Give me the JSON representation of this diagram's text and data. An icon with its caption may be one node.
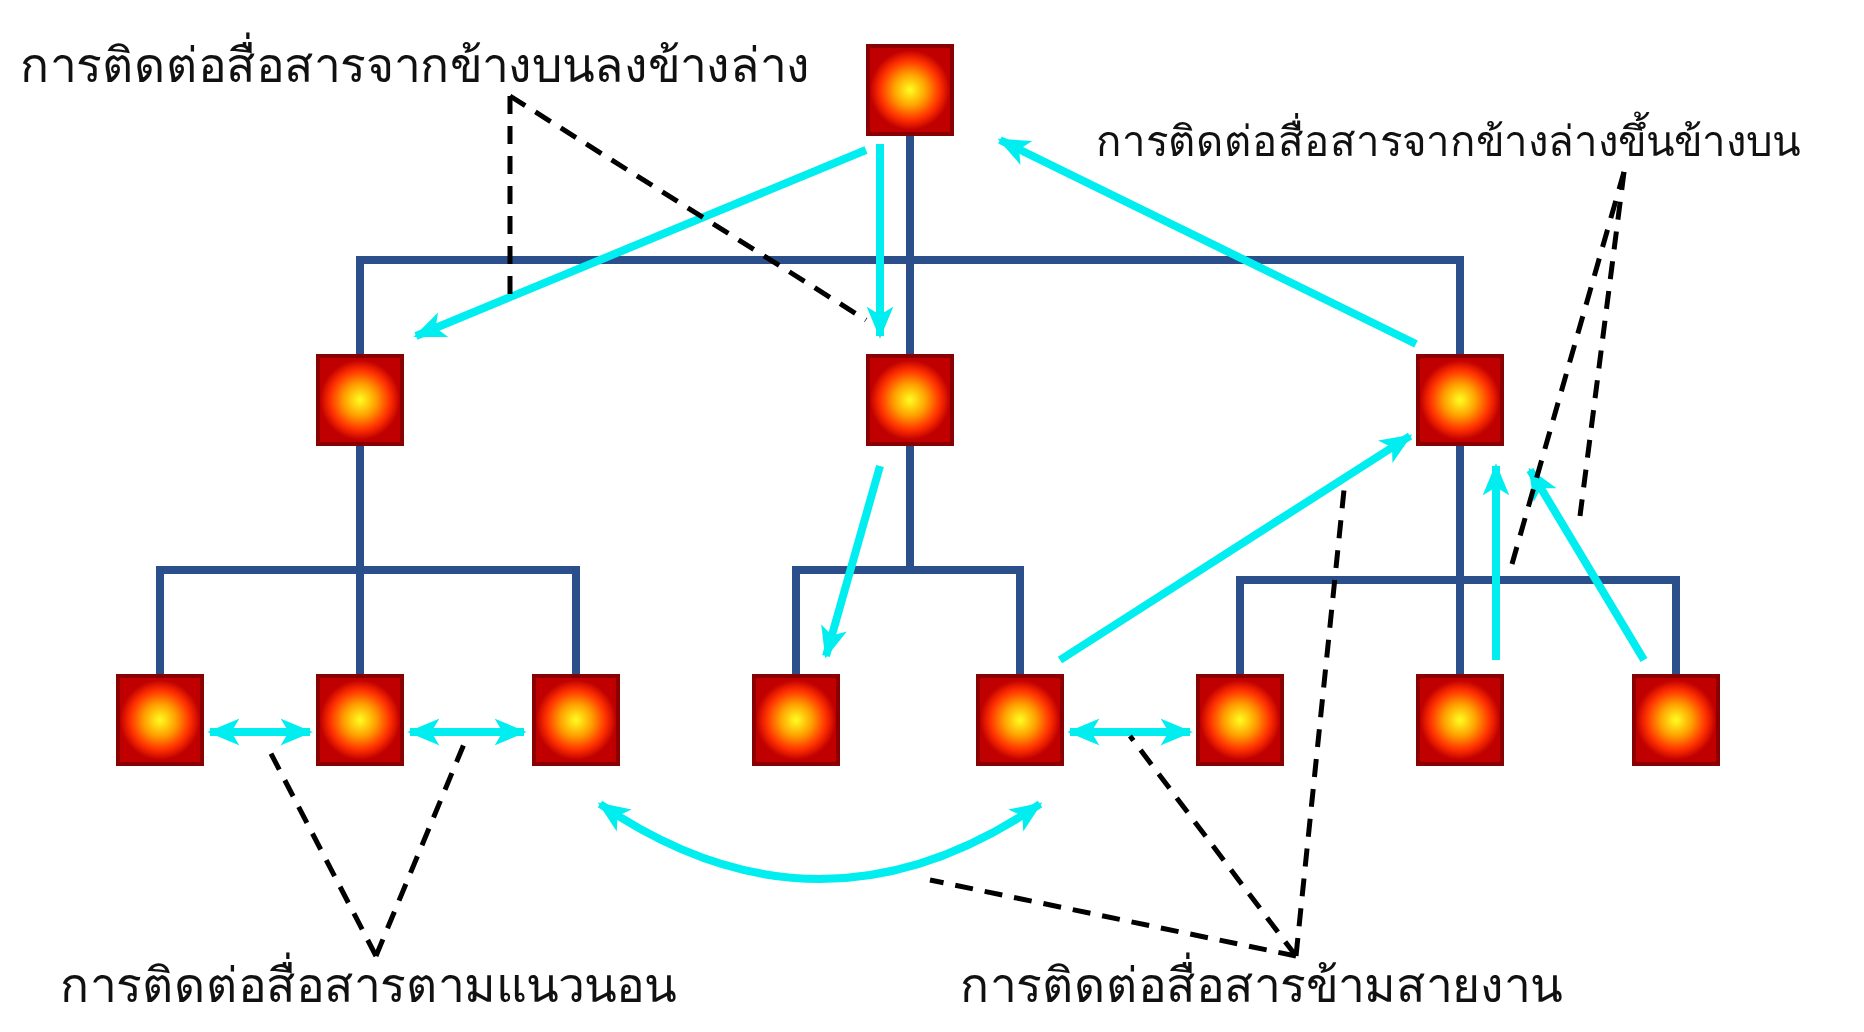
{
  "diagram": {
    "nodes": [
      {
        "text": [],
        "shape": "box"
      },
      {
        "text": [
          "การติดต่อสื่อสารจากข้างบนลงข้างล่าง"
        ]
      },
      {
        "text": [
          "การติดต่อสื่อสารจากข้างล่างขึ้นข้างบน"
        ]
      },
      {
        "text": [],
        "shape": "box"
      },
      {
        "text": [],
        "shape": "box"
      },
      {
        "text": [],
        "shape": "box"
      },
      {
        "text": [],
        "shape": "box"
      },
      {
        "text": [],
        "shape": "box"
      },
      {
        "text": [],
        "shape": "box"
      },
      {
        "text": [],
        "shape": "box"
      },
      {
        "text": [],
        "shape": "box"
      },
      {
        "text": [],
        "shape": "box"
      },
      {
        "text": [],
        "shape": "box"
      },
      {
        "text": [],
        "shape": "box"
      },
      {
        "text": [
          "การติดต่อสื่อสารตามแนวนอน"
        ]
      },
      {
        "text": [
          "การติดต่อสื่อสารข้ามสายงาน"
        ]
      }
    ],
    "edges": [
      {
        "from": 0,
        "to": 3,
        "arrow": "none"
      },
      {
        "from": 0,
        "to": 4,
        "arrow": "none"
      },
      {
        "from": 0,
        "to": 5,
        "arrow": "none"
      },
      {
        "from": 3,
        "to": 6,
        "arrow": "none"
      },
      {
        "from": 3,
        "to": 7,
        "arrow": "none"
      },
      {
        "from": 3,
        "to": 8,
        "arrow": "none"
      },
      {
        "from": 4,
        "to": 9,
        "arrow": "none"
      },
      {
        "from": 4,
        "to": 10,
        "arrow": "none"
      },
      {
        "from": 5,
        "to": 11,
        "arrow": "none"
      },
      {
        "from": 5,
        "to": 12,
        "arrow": "none"
      },
      {
        "from": 5,
        "to": 13,
        "arrow": "none"
      },
      {
        "from": 0,
        "to": 3,
        "arrow": "to",
        "color": "#00eef0"
      },
      {
        "from": 0,
        "to": 4,
        "arrow": "to",
        "color": "#00eef0"
      },
      {
        "from": 5,
        "to": 0,
        "arrow": "to",
        "color": "#00eef0"
      },
      {
        "from": 4,
        "to": 9,
        "arrow": "to",
        "color": "#00eef0"
      },
      {
        "from": 10,
        "to": 5,
        "arrow": "to",
        "color": "#00eef0"
      },
      {
        "from": 12,
        "to": 5,
        "arrow": "to",
        "color": "#00eef0"
      },
      {
        "from": 13,
        "to": 5,
        "arrow": "to",
        "color": "#00eef0"
      },
      {
        "from": 6,
        "to": 7,
        "arrow": "both",
        "color": "#00eef0"
      },
      {
        "from": 7,
        "to": 8,
        "arrow": "both",
        "color": "#00eef0"
      },
      {
        "from": 10,
        "to": 11,
        "arrow": "both",
        "color": "#00eef0"
      },
      {
        "from": 8,
        "to": 10,
        "arrow": "both",
        "color": "#00eef0"
      },
      {
        "from": 1,
        "to": null,
        "arrow": "none",
        "style": "dashed",
        "color": "#000000"
      },
      {
        "from": 1,
        "to": null,
        "arrow": "none",
        "style": "dashed",
        "color": "#000000"
      },
      {
        "from": 2,
        "to": null,
        "arrow": "none",
        "style": "dashed",
        "color": "#000000"
      },
      {
        "from": 2,
        "to": null,
        "arrow": "none",
        "style": "dashed",
        "color": "#000000"
      },
      {
        "from": 14,
        "to": null,
        "arrow": "none",
        "style": "dashed",
        "color": "#000000"
      },
      {
        "from": 14,
        "to": null,
        "arrow": "none",
        "style": "dashed",
        "color": "#000000"
      },
      {
        "from": 15,
        "to": null,
        "arrow": "none",
        "style": "dashed",
        "color": "#000000"
      },
      {
        "from": 15,
        "to": null,
        "arrow": "none",
        "style": "dashed",
        "color": "#000000"
      },
      {
        "from": 15,
        "to": null,
        "arrow": "none",
        "style": "dashed",
        "color": "#000000"
      }
    ]
  }
}
